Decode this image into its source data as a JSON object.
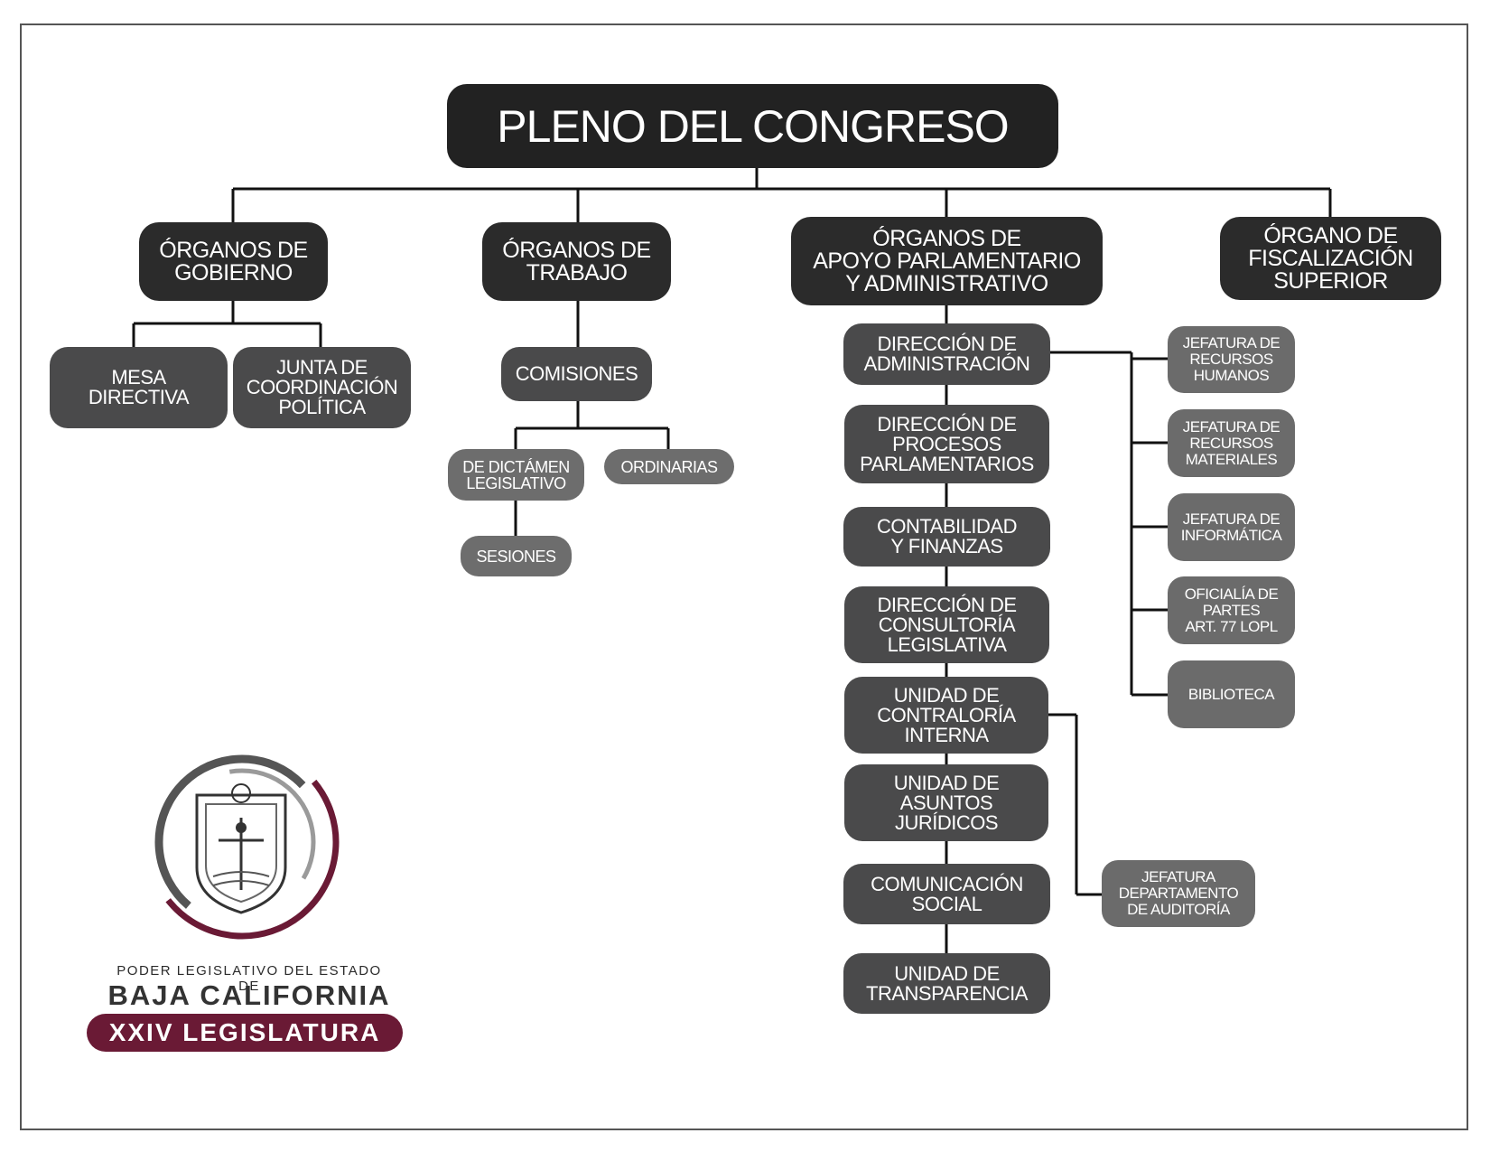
{
  "root": "PLENO DEL CONGRESO",
  "branches": {
    "gobierno": {
      "label": "ÓRGANOS DE\nGOBIERNO",
      "children": [
        "MESA\nDIRECTIVA",
        "JUNTA DE\nCOORDINACIÓN\nPOLÍTICA"
      ]
    },
    "trabajo": {
      "label": "ÓRGANOS DE\nTRABAJO",
      "comisiones": "COMISIONES",
      "children": [
        "DE DICTÁMEN\nLEGISLATIVO",
        "ORDINARIAS"
      ],
      "sesiones": "SESIONES"
    },
    "apoyo": {
      "label": "ÓRGANOS DE\nAPOYO PARLAMENTARIO\nY ADMINISTRATIVO",
      "children": [
        "DIRECCIÓN DE\nADMINISTRACIÓN",
        "DIRECCIÓN DE\nPROCESOS\nPARLAMENTARIOS",
        "CONTABILIDAD\nY FINANZAS",
        "DIRECCIÓN DE\nCONSULTORÍA\nLEGISLATIVA",
        "UNIDAD DE\nCONTRALORÍA\nINTERNA",
        "UNIDAD DE\nASUNTOS\nJURÍDICOS",
        "COMUNICACIÓN\nSOCIAL",
        "UNIDAD DE\nTRANSPARENCIA"
      ],
      "administracion_children": [
        "JEFATURA DE\nRECURSOS\nHUMANOS",
        "JEFATURA DE\nRECURSOS\nMATERIALES",
        "JEFATURA DE\nINFORMÁTICA",
        "OFICIALÍA DE\nPARTES\nART. 77 LOPL",
        "BIBLIOTECA"
      ],
      "contraloria_child": "JEFATURA\nDEPARTAMENTO\nDE AUDITORÍA"
    },
    "fiscalizacion": {
      "label": "ÓRGANO DE\nFISCALIZACIÓN\nSUPERIOR"
    }
  },
  "logo": {
    "line1": "PODER LEGISLATIVO DEL ESTADO DE",
    "line2": "BAJA CALIFORNIA",
    "line3": "XXIV LEGISLATURA",
    "accent_color": "#6a1a35"
  }
}
